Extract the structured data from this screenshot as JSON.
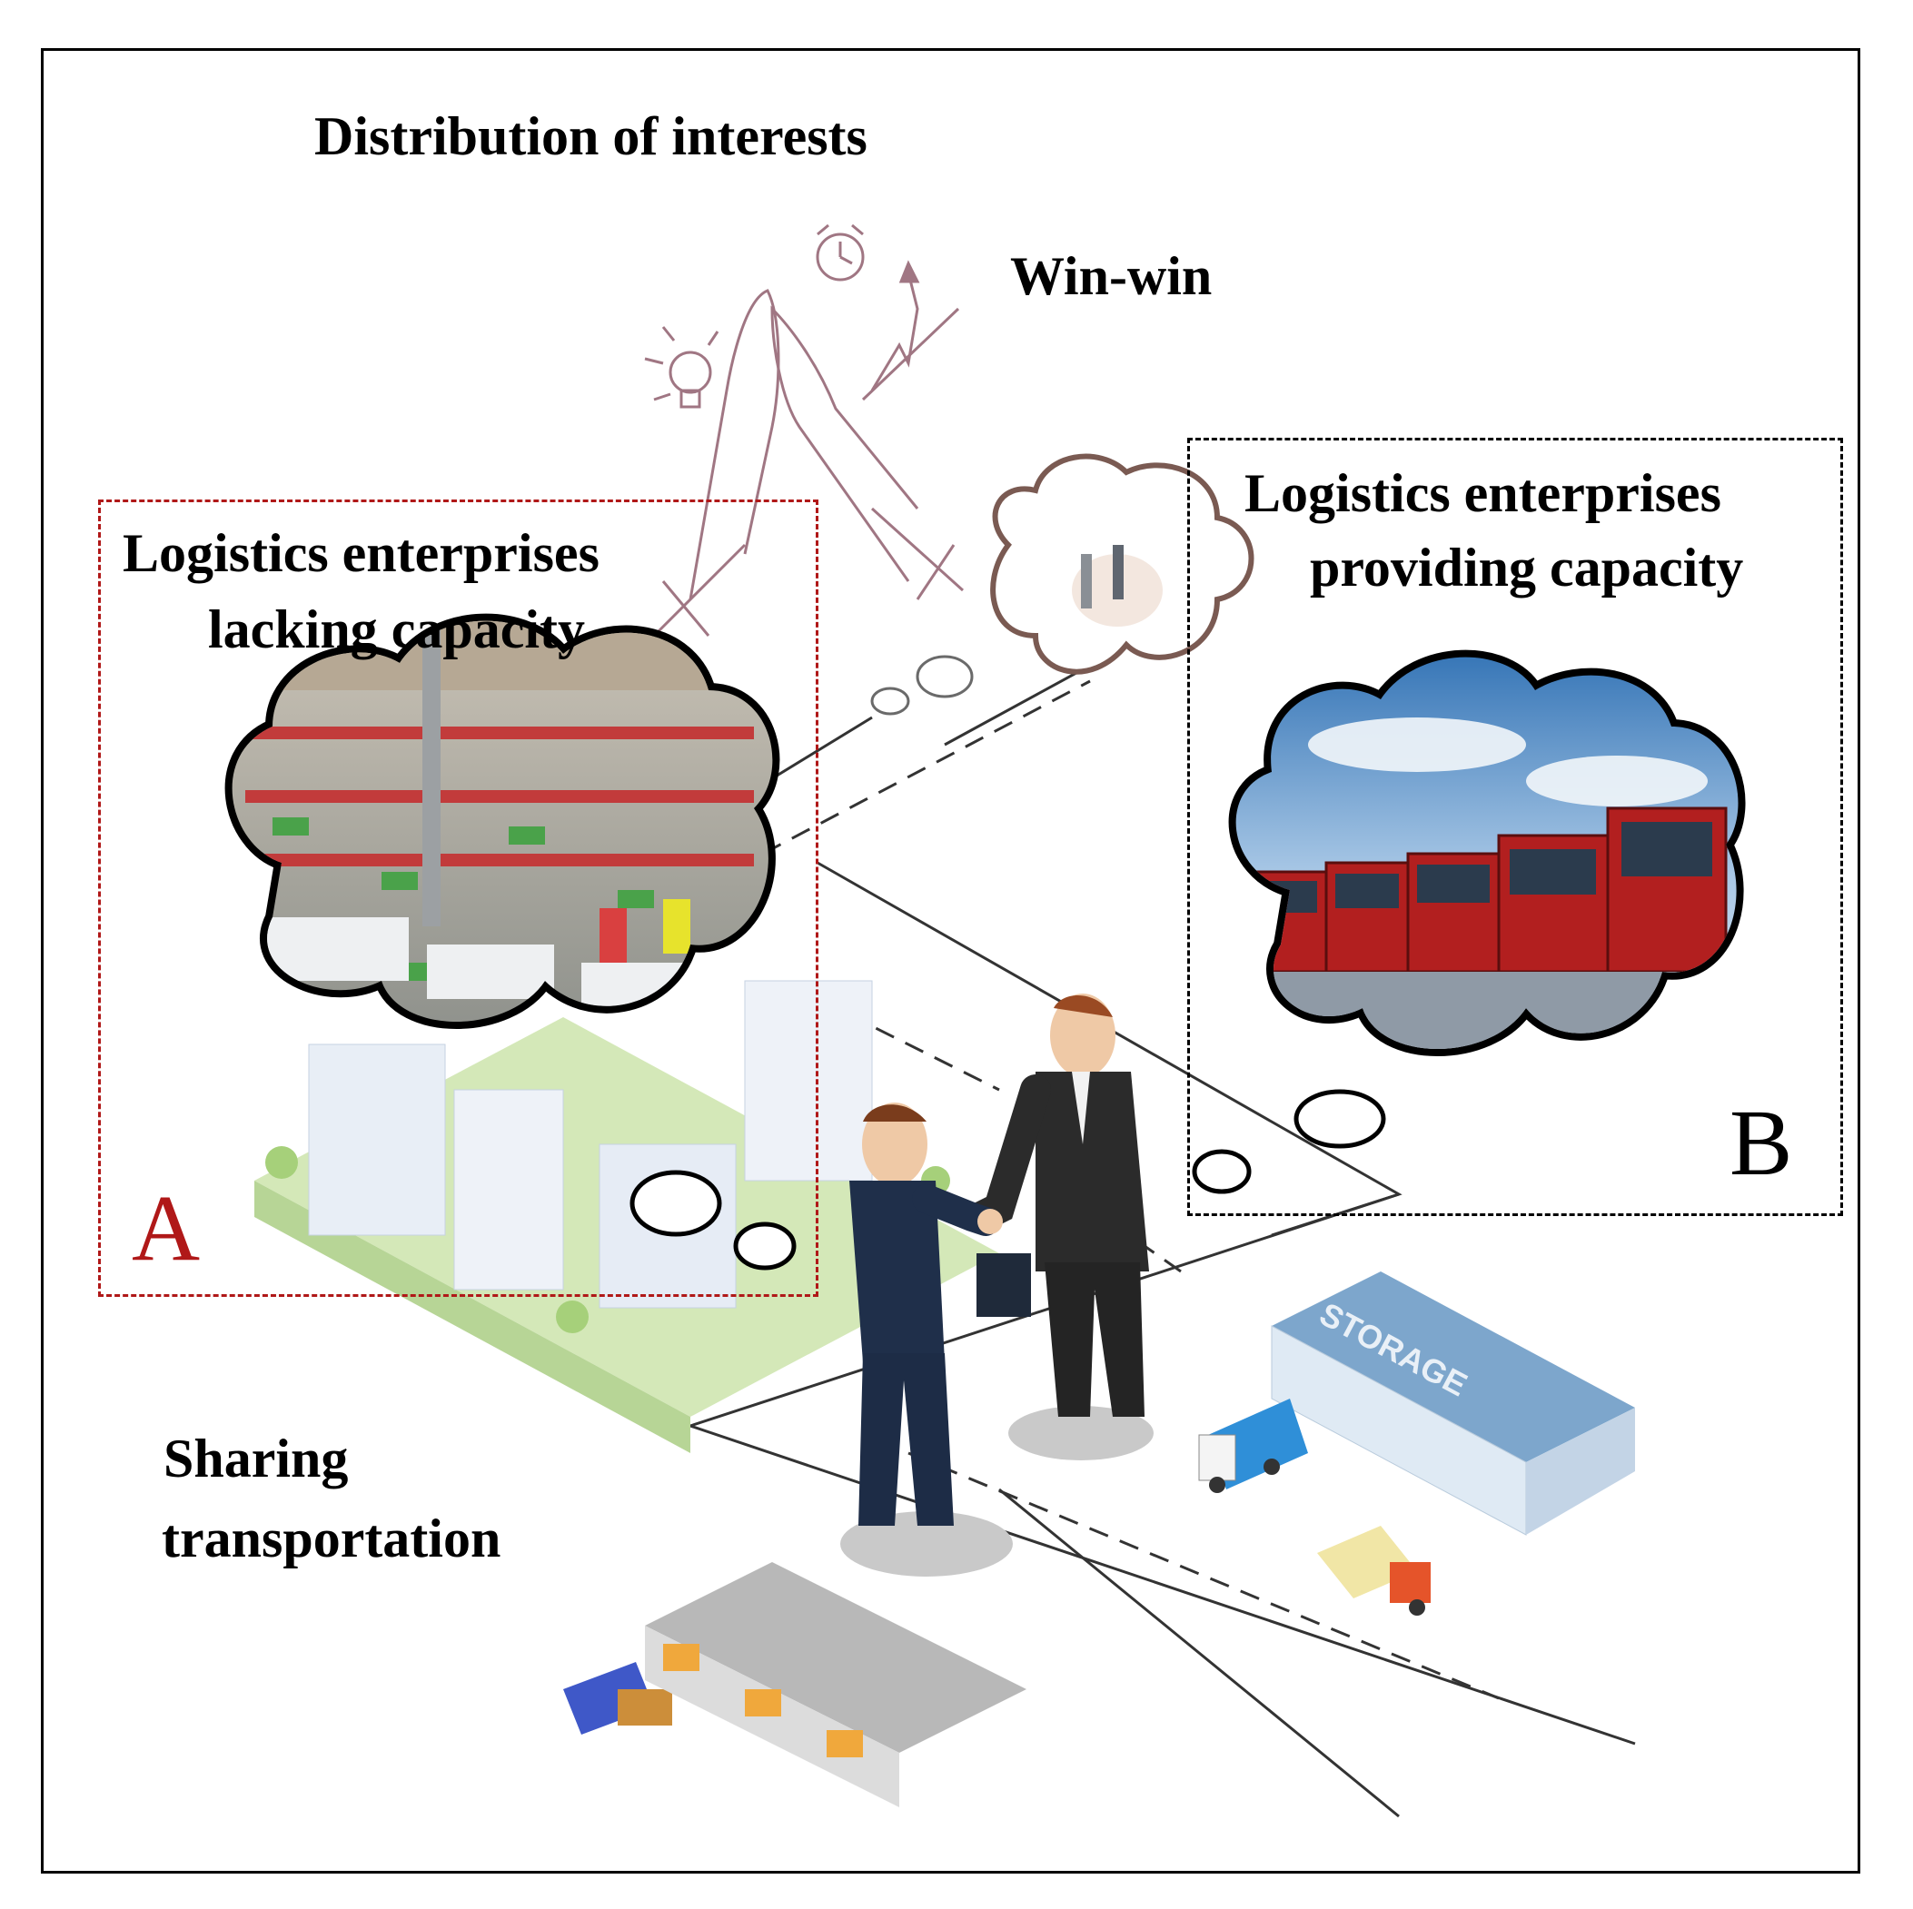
{
  "title": "Distribution of interests",
  "win_label": "Win-win",
  "sharing_label": [
    "Sharing",
    "transportation"
  ],
  "box_a": {
    "lines": [
      "Logistics enterprises",
      "lacking capacity"
    ],
    "letter": "A",
    "color": "#b01818"
  },
  "box_b": {
    "lines": [
      "Logistics enterprises",
      "providing capacity"
    ],
    "letter": "B",
    "color": "#000000"
  },
  "storage_sign": "STORAGE",
  "icons": [
    "high-five-hands-icon",
    "alarm-clock-icon",
    "light-bulb-icon",
    "rising-arrow-icon",
    "handshake-businessmen-icon",
    "warehouse-photo-icon",
    "truck-fleet-photo-icon",
    "storage-building-icon",
    "delivery-truck-icon"
  ]
}
